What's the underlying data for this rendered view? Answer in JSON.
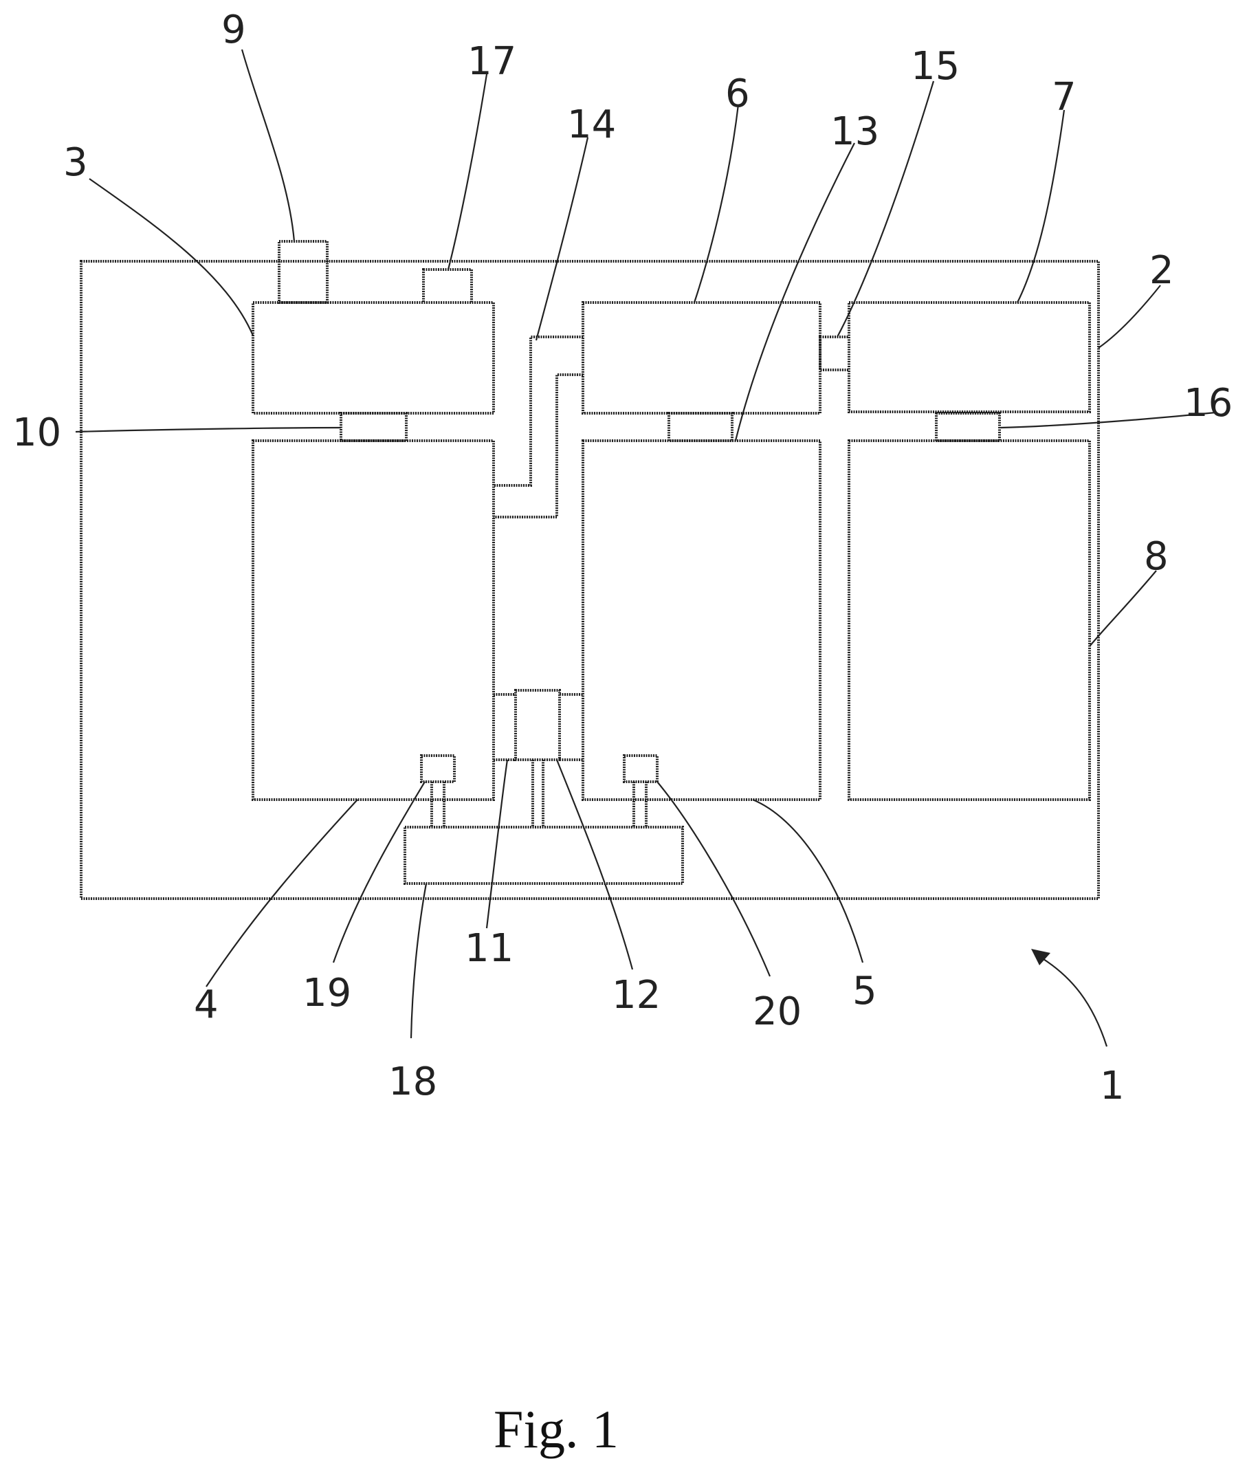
{
  "figure": {
    "caption": "Fig. 1",
    "reference_numerals": {
      "n1": "1",
      "n2": "2",
      "n3": "3",
      "n4": "4",
      "n5": "5",
      "n6": "6",
      "n7": "7",
      "n8": "8",
      "n9": "9",
      "n10": "10",
      "n11": "11",
      "n12": "12",
      "n13": "13",
      "n14": "14",
      "n15": "15",
      "n16": "16",
      "n17": "17",
      "n18": "18",
      "n19": "19",
      "n20": "20"
    },
    "colors": {
      "line": "#222222",
      "background": "#ffffff"
    }
  }
}
